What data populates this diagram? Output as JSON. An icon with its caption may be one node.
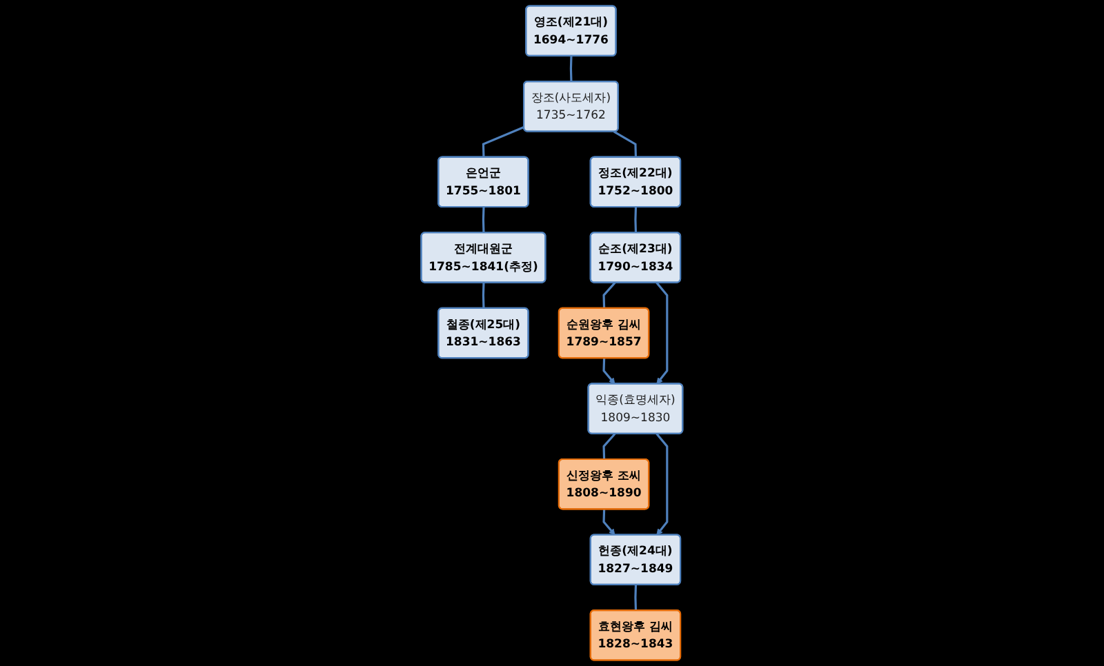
{
  "diagram": {
    "nodes": [
      {
        "text": [
          "영조(제21대)",
          "1694~1776"
        ]
      },
      {
        "text": [
          "장조(사도세자)",
          "1735~1762"
        ]
      },
      {
        "text": [
          "은언군",
          "1755~1801"
        ]
      },
      {
        "text": [
          "정조(제22대)",
          "1752~1800"
        ]
      },
      {
        "text": [
          "전계대원군",
          "1785~1841(추정)"
        ]
      },
      {
        "text": [
          "순조(제23대)",
          "1790~1834"
        ]
      },
      {
        "text": [
          "순원왕후 김씨",
          "1789~1857"
        ]
      },
      {
        "text": [
          "철종(제25대)",
          "1831~1863"
        ]
      },
      {
        "text": [
          "익종(효명세자)",
          "1809~1830"
        ]
      },
      {
        "text": [
          "신정왕후 조씨",
          "1808~1890"
        ]
      },
      {
        "text": [
          "헌종(제24대)",
          "1827~1849"
        ]
      },
      {
        "text": [
          "효현왕후 김씨",
          "1828~1843"
        ]
      }
    ],
    "edges": [
      {
        "from": 0,
        "to": 1,
        "arrow": "none"
      },
      {
        "from": 1,
        "to": 2,
        "arrow": "none"
      },
      {
        "from": 1,
        "to": 3,
        "arrow": "none"
      },
      {
        "from": 2,
        "to": 4,
        "arrow": "none"
      },
      {
        "from": 3,
        "to": 5,
        "arrow": "none"
      },
      {
        "from": 4,
        "to": 7,
        "arrow": "none"
      },
      {
        "from": 5,
        "to": 6,
        "arrow": "none"
      },
      {
        "from": 5,
        "to": 8,
        "arrow": "to"
      },
      {
        "from": 6,
        "to": 8,
        "arrow": "to"
      },
      {
        "from": 8,
        "to": 9,
        "arrow": "none"
      },
      {
        "from": 8,
        "to": 10,
        "arrow": "to"
      },
      {
        "from": 9,
        "to": 10,
        "arrow": "to"
      },
      {
        "from": 10,
        "to": 11,
        "arrow": "none"
      }
    ]
  }
}
